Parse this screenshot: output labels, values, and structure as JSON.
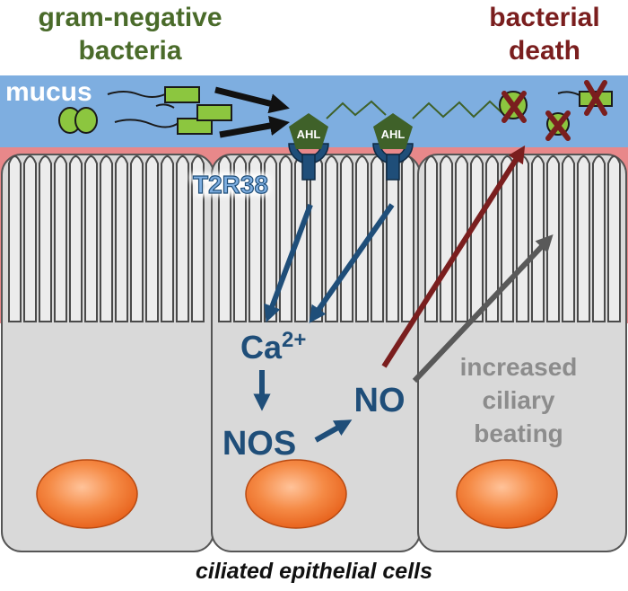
{
  "labels": {
    "bacteria_line1": "gram-negative",
    "bacteria_line2": "bacteria",
    "death_line1": "bacterial",
    "death_line2": "death",
    "mucus": "mucus",
    "ahl": "AHL",
    "receptor": "T2R38",
    "calcium_base": "Ca",
    "calcium_sup": "2+",
    "nos": "NOS",
    "no": "NO",
    "cilia_line1": "increased",
    "cilia_line2": "ciliary",
    "cilia_line3": "beating",
    "cells": "ciliated epithelial cells"
  },
  "colors": {
    "bacteria_green": "#4a6b2a",
    "death_red": "#7a1e1e",
    "mucus_blue": "#7eaee0",
    "pink_layer": "#e8888a",
    "cell_gray": "#d9d9d9",
    "pathway_blue": "#1f4e79",
    "ahl_green": "#3f6129",
    "bacterium_fill": "#8cc63f",
    "nucleus_orange": "#f07830",
    "gray_arrow": "#595959",
    "text_gray": "#8c8c8c"
  }
}
